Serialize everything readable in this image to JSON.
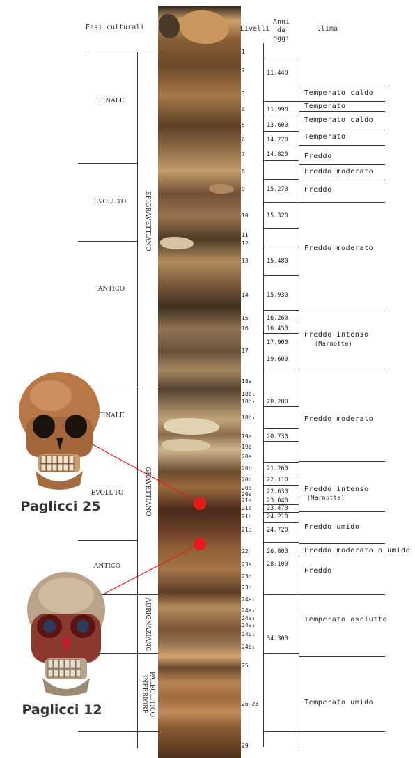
{
  "headers": {
    "fasi": "Fasi culturali",
    "livelli": "Livelli",
    "anni": "Anni da oggi",
    "clima": "Clima"
  },
  "subphases": [
    "FINALE",
    "EVOLUTO",
    "ANTICO",
    "FINALE",
    "EVOLUTO",
    "ANTICO"
  ],
  "cultures": [
    "EPIGRAVETTIANO",
    "GRAVETTIANO",
    "AURIGNAZIANO",
    "PALEOLITICO INFERIORE"
  ],
  "levels": [
    "1",
    "2",
    "3",
    "4",
    "5",
    "6",
    "7",
    "8",
    "9",
    "10",
    "11",
    "12",
    "13",
    "14",
    "15",
    "16",
    "17",
    "18a",
    "18b₁",
    "18b₂",
    "18b₃",
    "19a",
    "19b",
    "20a",
    "20b",
    "20c",
    "20d",
    "20e",
    "21a",
    "21b",
    "21c",
    "21d",
    "22",
    "23a",
    "23b",
    "23c",
    "24a₁",
    "24a₂",
    "24a₃",
    "24a₄",
    "24b₁",
    "24b₂",
    "25",
    "26-28",
    "29"
  ],
  "ages": [
    "11.440",
    "11.990",
    "13.600",
    "14.270",
    "14.820",
    "15.270",
    "15.320",
    "15.480",
    "15.930",
    "16.260",
    "16.450",
    "17.900",
    "19.600",
    "20.200",
    "20.730",
    "21.260",
    "22.110",
    "22.630",
    "23.040",
    "23.470",
    "24.210",
    "24.720",
    "26.800",
    "28.100",
    "34.300"
  ],
  "climates": {
    "c1": "Temperato caldo",
    "c2": "Temperato",
    "c3": "Temperato caldo",
    "c4": "Temperato",
    "c5": "Freddo",
    "c6": "Freddo moderato",
    "c7": "Freddo",
    "c8": "Freddo moderato",
    "c9": "Freddo intenso",
    "c9b": "(Marmotta)",
    "c10": "Freddo moderato",
    "c11": "Freddo intenso",
    "c11b": "(Marmotta)",
    "c12": "Freddo umido",
    "c13": "Freddo moderato o umido",
    "c14": "Freddo",
    "c15": "Temperato asciutto",
    "c16": "Temperato umido"
  },
  "skulls": {
    "top_label": "Paglicci 25",
    "bottom_label": "Paglicci 12"
  },
  "colors": {
    "marker": "#e61a1a",
    "line": "#333333"
  }
}
